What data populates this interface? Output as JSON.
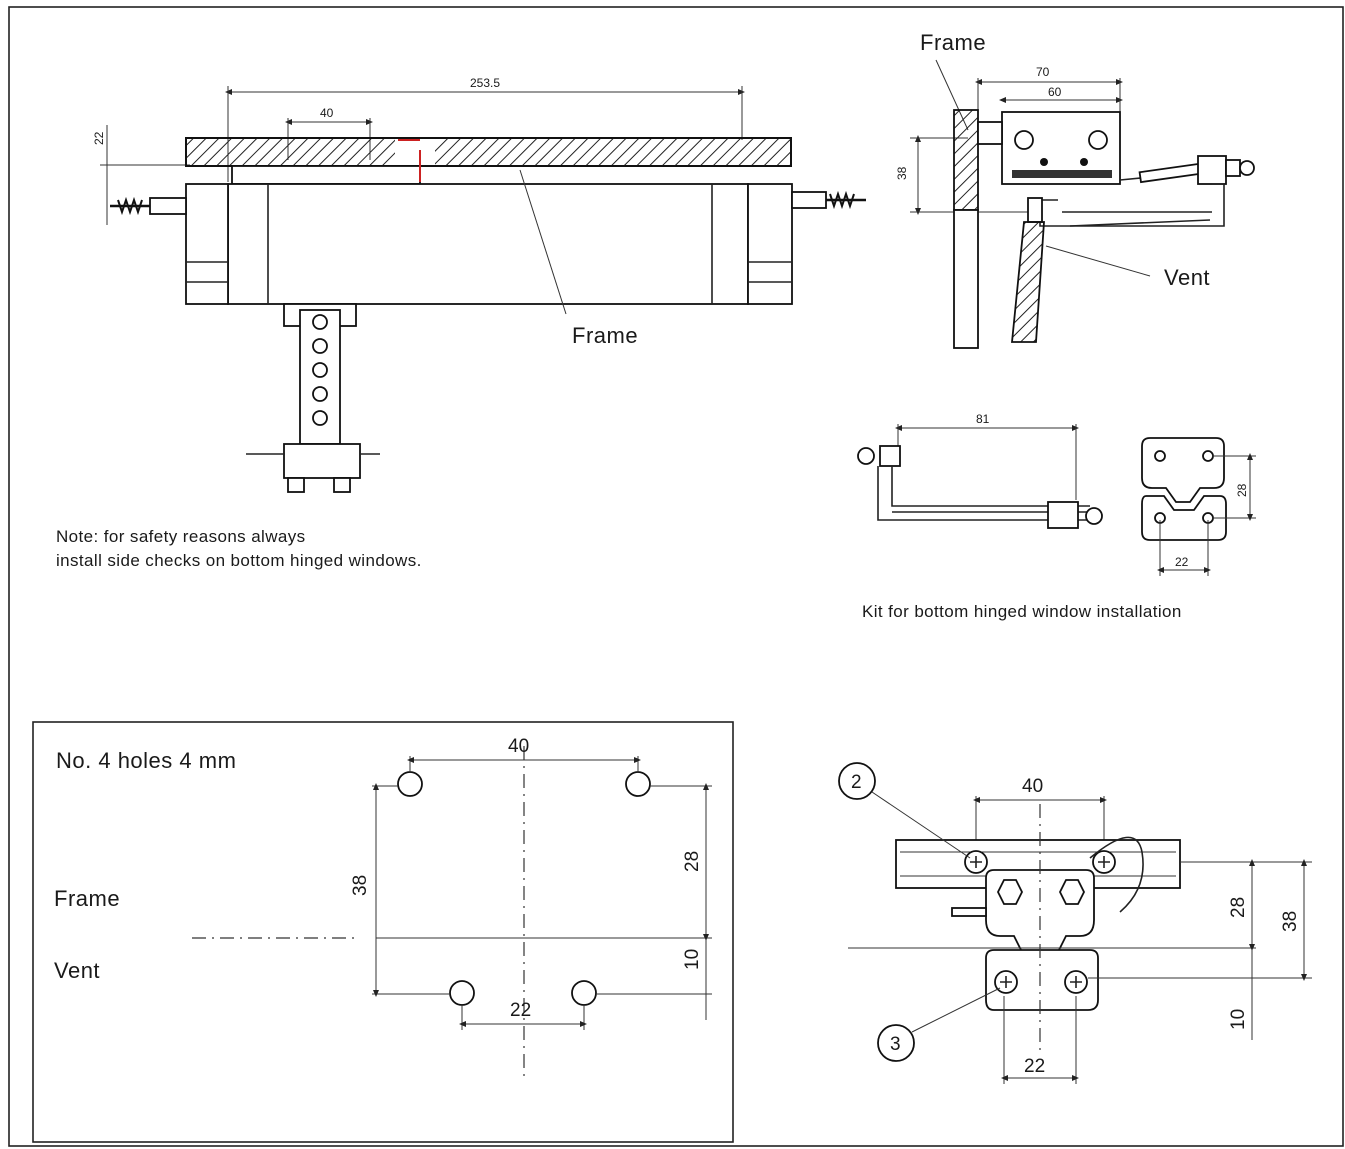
{
  "top_left": {
    "dim_overall": "253.5",
    "dim_mount": "40",
    "dim_height": "22",
    "frame_label": "Frame",
    "note_line1": "Note: for safety reasons always",
    "note_line2": "install side checks on bottom hinged windows."
  },
  "top_right": {
    "frame_label": "Frame",
    "vent_label": "Vent",
    "dim_outer": "70",
    "dim_inner": "60",
    "dim_height": "38"
  },
  "kit": {
    "dim_length": "81",
    "dim_vertical": "28",
    "dim_horizontal": "22",
    "caption": "Kit for bottom hinged window installation"
  },
  "holes_box": {
    "title": "No. 4 holes 4 mm",
    "frame_label": "Frame",
    "vent_label": "Vent",
    "dim_top": "40",
    "dim_bottom": "22",
    "dim_38": "38",
    "dim_28": "28",
    "dim_10": "10"
  },
  "bracket_detail": {
    "callout_2": "2",
    "callout_3": "3",
    "dim_top": "40",
    "dim_bottom": "22",
    "dim_28": "28",
    "dim_38": "38",
    "dim_10": "10"
  }
}
